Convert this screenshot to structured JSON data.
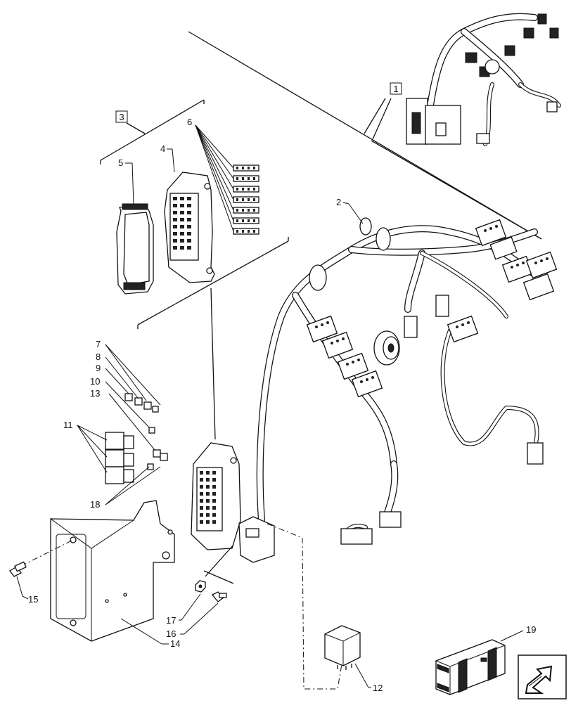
{
  "callouts": {
    "c1": "1",
    "c2": "2",
    "c3": "3",
    "c4": "4",
    "c5": "5",
    "c6": "6",
    "c7": "7",
    "c8": "8",
    "c9": "9",
    "c10": "10",
    "c11": "11",
    "c12": "12",
    "c13": "13",
    "c14": "14",
    "c15": "15",
    "c16": "16",
    "c17": "17",
    "c18": "18",
    "c19": "19"
  },
  "nav_icon": "return-arrow-icon"
}
